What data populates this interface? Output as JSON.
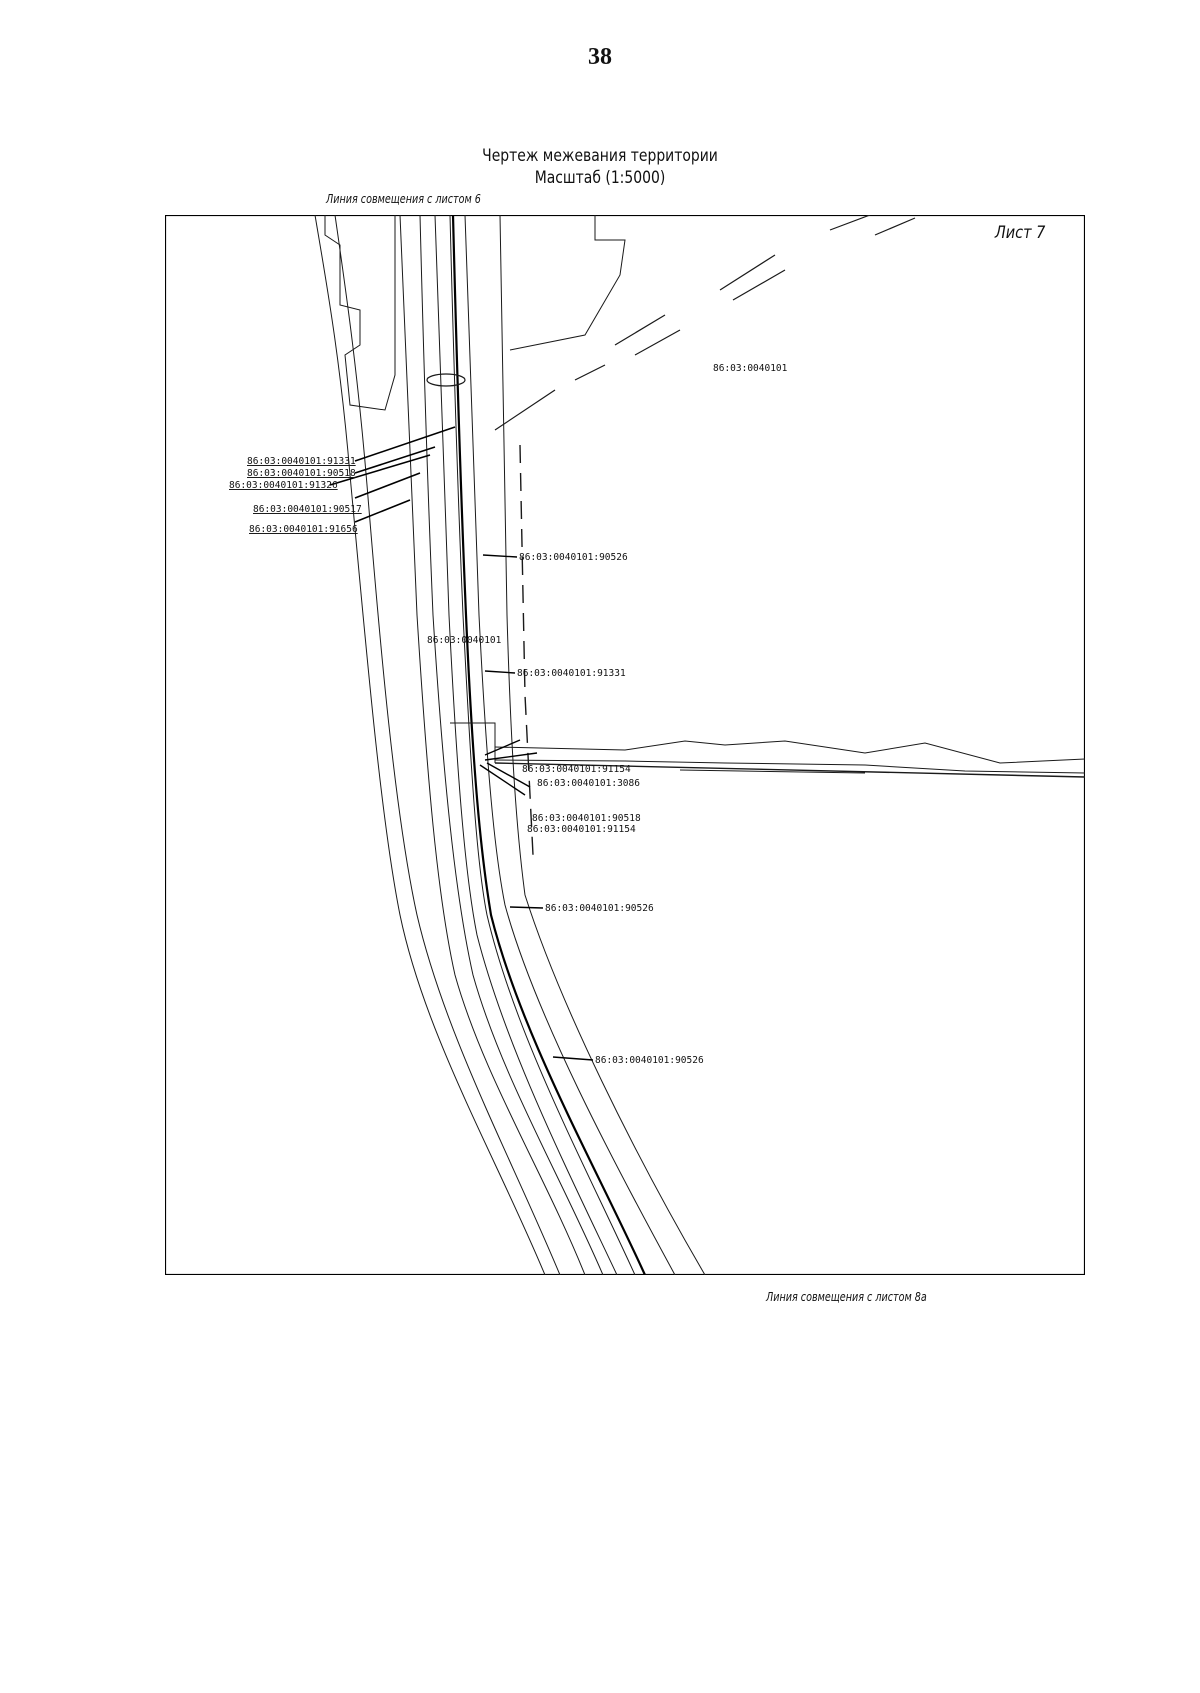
{
  "page_number": "38",
  "title": {
    "line1": "Чертеж межевания территории",
    "line2": "Масштаб (1:5000)"
  },
  "match_lines": {
    "top": "Линия совмещения с листом 6",
    "bottom": "Линия совмещения с листом 8а"
  },
  "sheet_label": "Лист 7",
  "parcels": {
    "p_block": "86:03:0040101",
    "p_block_mid": "86:03:0040101",
    "left_91331": "86:03:0040101:91331",
    "left_90518": "86:03:0040101:90518",
    "left_91326": "86:03:0040101:91326",
    "left_90517": "86:03:0040101:90517",
    "left_91656": "86:03:0040101:91656",
    "r_90526_a": "86:03:0040101:90526",
    "r_91331": "86:03:0040101:91331",
    "r_91154_a": "86:03:0040101:91154",
    "r_3086": "86:03:0040101:3086",
    "r_90518": "86:03:0040101:90518",
    "r_91154_b": "86:03:0040101:91154",
    "r_90526_b": "86:03:0040101:90526",
    "r_90526_c": "86:03:0040101:90526"
  },
  "colors": {
    "line": "#1a1a1a",
    "frame": "#000000"
  }
}
